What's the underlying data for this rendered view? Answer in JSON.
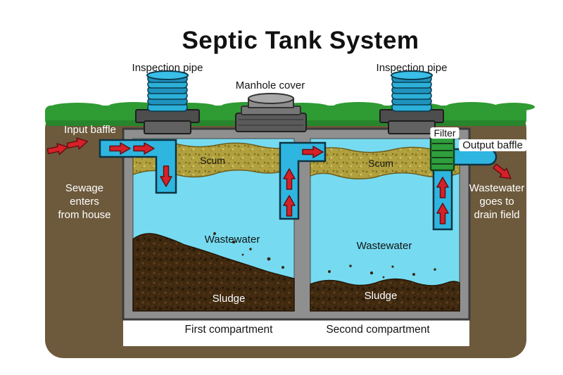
{
  "title": "Septic Tank System",
  "labels": {
    "inspection_pipe_left": "Inspection pipe",
    "manhole_cover": "Manhole cover",
    "inspection_pipe_right": "Inspection pipe",
    "input_baffle": "Input baffle",
    "filter": "Filter",
    "output_baffle": "Output baffle"
  },
  "notes": {
    "sewage": [
      "Sewage",
      "enters",
      "from house"
    ],
    "drain": [
      "Wastewater",
      "goes to",
      "drain field"
    ]
  },
  "compartments": [
    {
      "name": "First compartment",
      "scum": "Scum",
      "wastewater": "Wastewater",
      "sludge": "Sludge"
    },
    {
      "name": "Second compartment",
      "scum": "Scum",
      "wastewater": "Wastewater",
      "sludge": "Sludge"
    }
  ],
  "colors": {
    "ground": "#6d5a3c",
    "grass": "#2f9b33",
    "grass_shadow": "#27852c",
    "tank_wall": "#8f8f8f",
    "wastewater": "#76dbf1",
    "scum": "#b1a03e",
    "sludge": "#3f2a10",
    "pipe": "#2eb6e0",
    "filter": "#2f9e3c",
    "arrow": "#d62128"
  }
}
